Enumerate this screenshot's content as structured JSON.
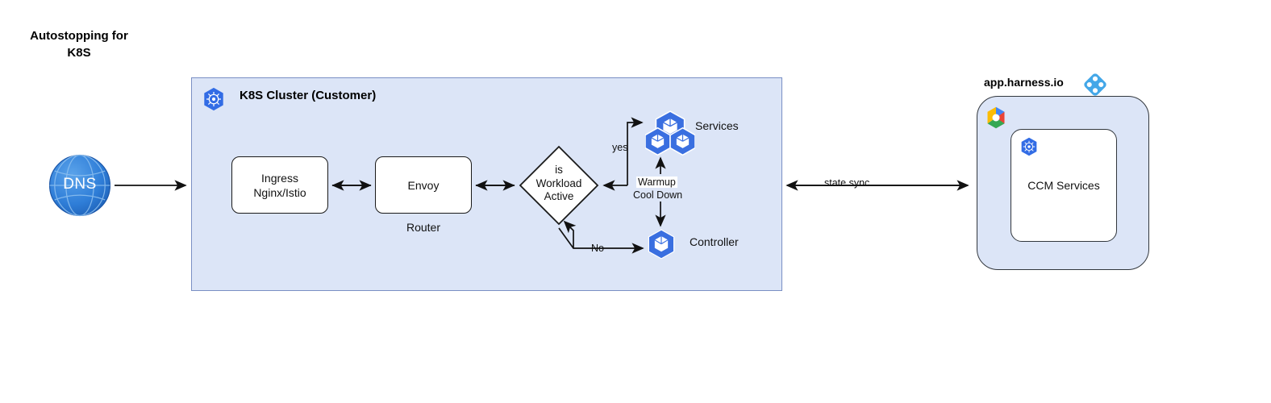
{
  "title": {
    "line1": "Autostopping for",
    "line2": "K8S"
  },
  "cluster": {
    "label": "K8S Cluster (Customer)",
    "icon": "kubernetes-icon",
    "nodes": {
      "ingress": "Ingress\nNginx/Istio",
      "ingress_line1": "Ingress",
      "ingress_line2": "Nginx/Istio",
      "envoy": "Envoy",
      "router_caption": "Router",
      "decision_line1": "is",
      "decision_line2": "Workload",
      "decision_line3": "Active",
      "services_label": "Services",
      "controller_label": "Controller"
    },
    "edges": {
      "yes": "yes",
      "no": "No",
      "warmup": "Warmup",
      "cooldown": "Cool Down"
    }
  },
  "dns": {
    "label": "DNS",
    "icon": "globe-icon"
  },
  "state_sync": {
    "label": "state sync"
  },
  "harness": {
    "label": "app.harness.io",
    "logo": "harness-logo",
    "cloud_icon": "google-cloud-icon",
    "k8s_icon": "kubernetes-icon",
    "inner_label": "CCM Services"
  },
  "colors": {
    "cluster_fill": "#dce5f7",
    "cluster_border": "#7a8fc4",
    "k8s_blue": "#326ce5",
    "dns_blue": "#2f7ed8",
    "harness_blue": "#43a7e8",
    "line": "#111111"
  }
}
